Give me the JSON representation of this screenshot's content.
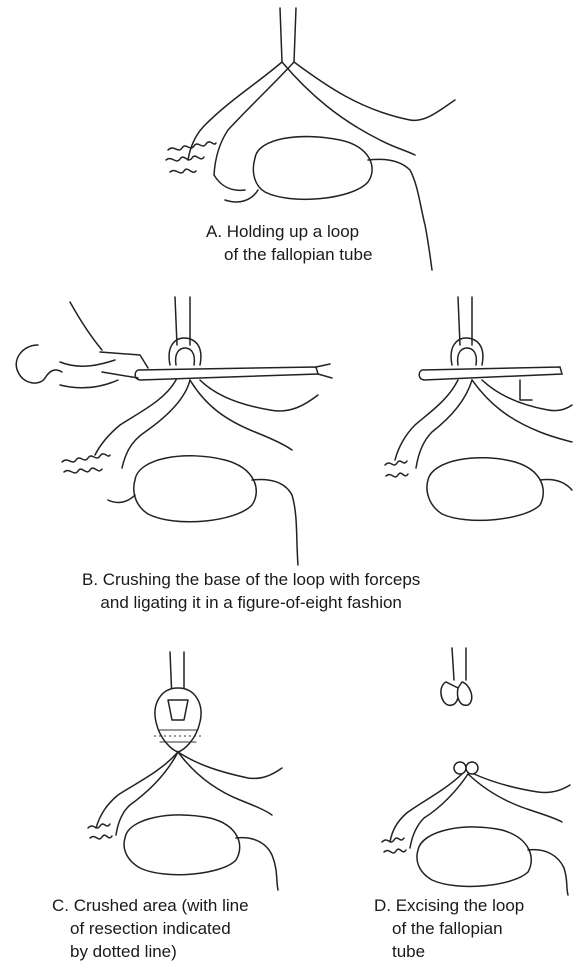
{
  "panels": {
    "a": {
      "caption_lines": [
        "A. Holding up a loop",
        "of the fallopian tube"
      ]
    },
    "b": {
      "caption_lines": [
        "B. Crushing the base of the loop with forceps",
        "and ligating it in a figure-of-eight fashion"
      ]
    },
    "c": {
      "caption_lines": [
        "C. Crushed area (with line",
        "of resection indicated",
        "by dotted line)"
      ]
    },
    "d": {
      "caption_lines": [
        "D. Excising the loop",
        "of the fallopian",
        "tube"
      ]
    }
  }
}
